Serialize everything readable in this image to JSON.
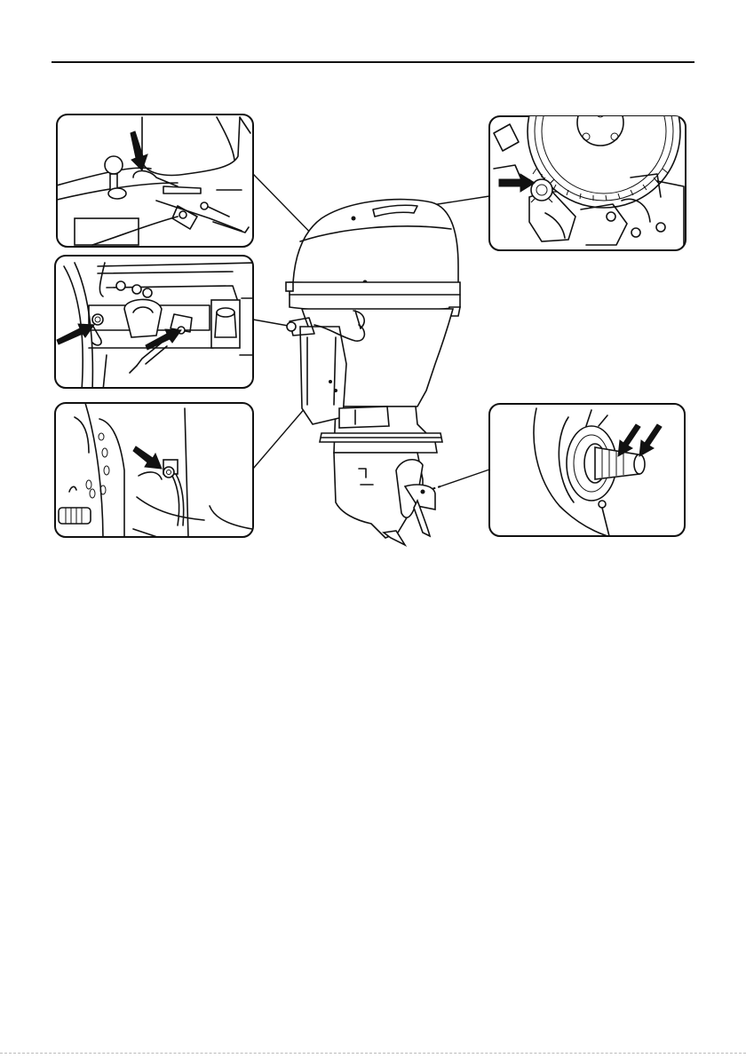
{
  "page": {
    "header_text": "",
    "page_number": ""
  },
  "figure": {
    "subject": "outboard-motor",
    "callouts": [
      {
        "id": "callout-top-left",
        "arrows": 1
      },
      {
        "id": "callout-mid-left",
        "arrows": 2
      },
      {
        "id": "callout-bottom-left",
        "arrows": 1
      },
      {
        "id": "callout-top-right",
        "arrows": 1
      },
      {
        "id": "callout-bottom-right",
        "arrows": 2
      }
    ]
  }
}
